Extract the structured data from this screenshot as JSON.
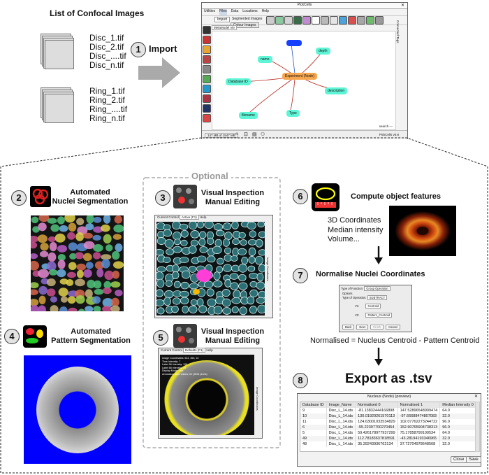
{
  "top": {
    "list_title": "List of Confocal Images",
    "disc_files": [
      "Disc_1.tif",
      "Disc_2.tif",
      "Disc_....tif",
      "Disc_n.tif"
    ],
    "ring_files": [
      "Ring_1.tif",
      "Ring_2.tif",
      "Ring_....tif",
      "Ring_n.tif"
    ],
    "step1_num": "1",
    "step1_label": "Import"
  },
  "pickcells": {
    "title": "PickCells",
    "menu": [
      "Utilities",
      "Files",
      "Data",
      "Locations",
      "Help"
    ],
    "toolbar": [
      "Import",
      "Segmented Images"
    ],
    "dropdown_item": "Colour Images",
    "tab": "MetaModel Vie",
    "nodes": {
      "center": "Experiment (Node)",
      "top": "",
      "name": "name",
      "database": "Database ID",
      "filename": "filename",
      "type": "Type",
      "description": "description",
      "depth": "depth"
    },
    "status_left": "147 MB of 1547 MB",
    "status_right": "PickCells v0.8",
    "search_label": "search —",
    "side_label": "Connected Tags"
  },
  "steps": {
    "optional": "Optional",
    "s2": {
      "num": "2",
      "title": "Automated\nNuclei Segmentation"
    },
    "s3": {
      "num": "3",
      "title": "Visual Inspection\nManual Editing",
      "control": "Current Control",
      "control_value": "Active (F1)",
      "help": "Help",
      "side": "Image Coordinates"
    },
    "s4": {
      "num": "4",
      "title": "Automated\nPattern Segmentation"
    },
    "s5": {
      "num": "5",
      "title": "Visual Inspection\nManual Editing",
      "control": "Current Control",
      "control_value": "Defaults (F1)",
      "help": "Help",
      "side": "Image Coordinates",
      "info": [
        "Image Coordinates: 544, 363, 10",
        "Time Intensity: 7",
        "Label 96 Intensity: 120",
        "Label 68 Intensity: 25",
        "Display Mode: Live",
        "Annotation label values: 61 (3534 pixels)"
      ]
    },
    "s6": {
      "num": "6",
      "title": "Compute object features",
      "features": [
        "3D Coordinates",
        "Median intensity",
        "Volume..."
      ]
    },
    "s7": {
      "num": "7",
      "title": "Normalise Nuclei Coordinates",
      "dialog": {
        "type_label": "Type of Function:",
        "type_value": "Group Operation",
        "options": "Options",
        "op_label": "Type of Operation:",
        "op_value": "SUBTRACT",
        "v1_label": "V1:",
        "v1_value": "Centroid",
        "v2_label": "V2:",
        "v2_value": "Pattern_Centroid",
        "buttons": [
          "Back",
          "Next",
          "Finish",
          "Cancel"
        ]
      }
    },
    "formula": "Normalised = Nucleus Centroid - Pattern Centroid",
    "s8": {
      "num": "8",
      "title": "Export as .tsv"
    }
  },
  "table": {
    "window_title": "Nucleus (Node) (preview)",
    "headers": [
      "Database ID",
      "Image_Name",
      "Normalised 0",
      "Normalised 1",
      "Median Intensity 0"
    ],
    "rows": [
      [
        "9",
        "Disc_L_14.ids",
        "-81.13832444166898",
        "147.52896548909474",
        "64.0"
      ],
      [
        "10",
        "Disc_L_14.ids",
        "130.01929261570113",
        "-97.66688474807083",
        "32.0"
      ],
      [
        "11",
        "Disc_L_14.ids",
        "124.63001033534829",
        "102.07762273244722",
        "96.0"
      ],
      [
        "6",
        "Disc_L_14.ids",
        "-55.22397700270454",
        "152.90765904738313",
        "96.0"
      ],
      [
        "5",
        "Disc_L_14.ids",
        "59.426178977937299",
        "75.17858799100534",
        "64.0"
      ],
      [
        "49",
        "Disc_L_14.ids",
        "112.78183637818591",
        "-43.28194193346965",
        "32.0"
      ],
      [
        "48",
        "Disc_L_14.ids",
        "35.39243936762134",
        "37.72704978648568",
        "32.0"
      ]
    ],
    "close": "Close",
    "save": "Save"
  }
}
